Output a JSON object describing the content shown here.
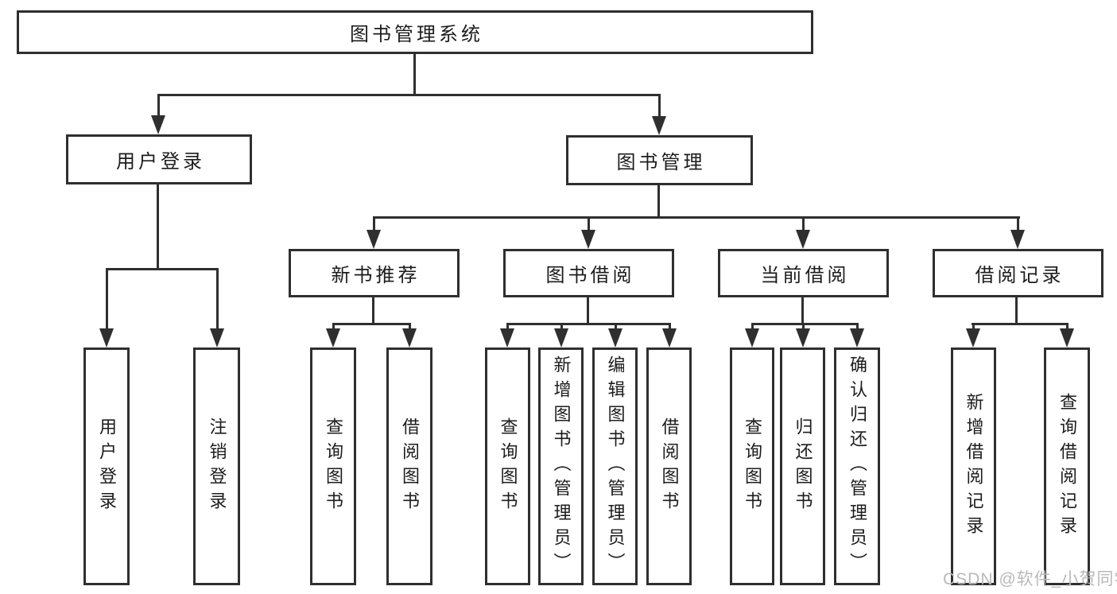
{
  "diagram": {
    "root": {
      "label": "图书管理系统",
      "children": [
        {
          "label": "用户登录",
          "children": [
            {
              "label": "用户登录"
            },
            {
              "label": "注销登录"
            }
          ]
        },
        {
          "label": "图书管理",
          "children": [
            {
              "label": "新书推荐",
              "children": [
                {
                  "label": "查询图书"
                },
                {
                  "label": "借阅图书"
                }
              ]
            },
            {
              "label": "图书借阅",
              "children": [
                {
                  "label": "查询图书"
                },
                {
                  "label": "新增图书（管理员）"
                },
                {
                  "label": "编辑图书（管理员）"
                },
                {
                  "label": "借阅图书"
                }
              ]
            },
            {
              "label": "当前借阅",
              "children": [
                {
                  "label": "查询图书"
                },
                {
                  "label": "归还图书"
                },
                {
                  "label": "确认归还（管理员）"
                }
              ]
            },
            {
              "label": "借阅记录",
              "children": [
                {
                  "label": "新增借阅记录"
                },
                {
                  "label": "查询借阅记录"
                }
              ]
            }
          ]
        }
      ]
    }
  },
  "watermark": {
    "text": "CSDN @软件_小贺同学"
  },
  "colors": {
    "line": "#2f2f2f",
    "text": "#1c1c1c",
    "box_background": "#ffffff",
    "page_background": "#ffffff",
    "watermark": "#b9b9b9"
  }
}
